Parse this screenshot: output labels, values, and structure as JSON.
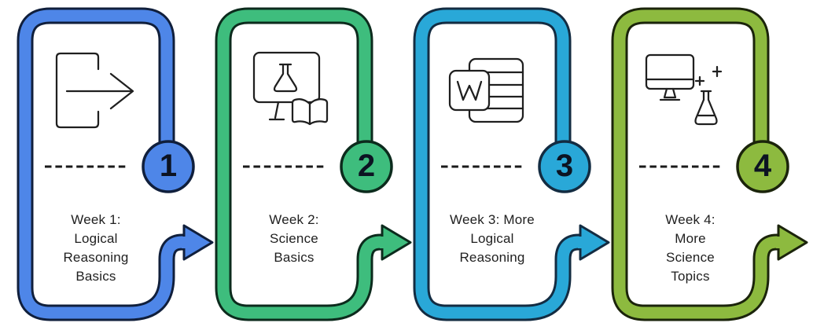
{
  "diagram": {
    "background": "#ffffff",
    "text_color": "#1f1f1f",
    "number_color": "#0c1322",
    "dash_color": "#1a1a1a",
    "icon_stroke": "#1f1f1f",
    "cards": [
      {
        "number": "1",
        "label": "Week 1:\nLogical\nReasoning\nBasics",
        "color": "#4e86e8",
        "outline": "#101f3c",
        "icon": "logout-arrow-icon"
      },
      {
        "number": "2",
        "label": "Week 2:\nScience\nBasics",
        "color": "#3ebd7d",
        "outline": "#0c2b1d",
        "icon": "monitor-flask-book-icon"
      },
      {
        "number": "3",
        "label": "Week 3: More\nLogical\nReasoning",
        "color": "#29a8d8",
        "outline": "#132c42",
        "icon": "word-document-icon"
      },
      {
        "number": "4",
        "label": "Week 4:\nMore\nScience\nTopics",
        "color": "#8dba3f",
        "outline": "#1b240b",
        "icon": "monitor-flask-sparkles-icon"
      }
    ]
  }
}
